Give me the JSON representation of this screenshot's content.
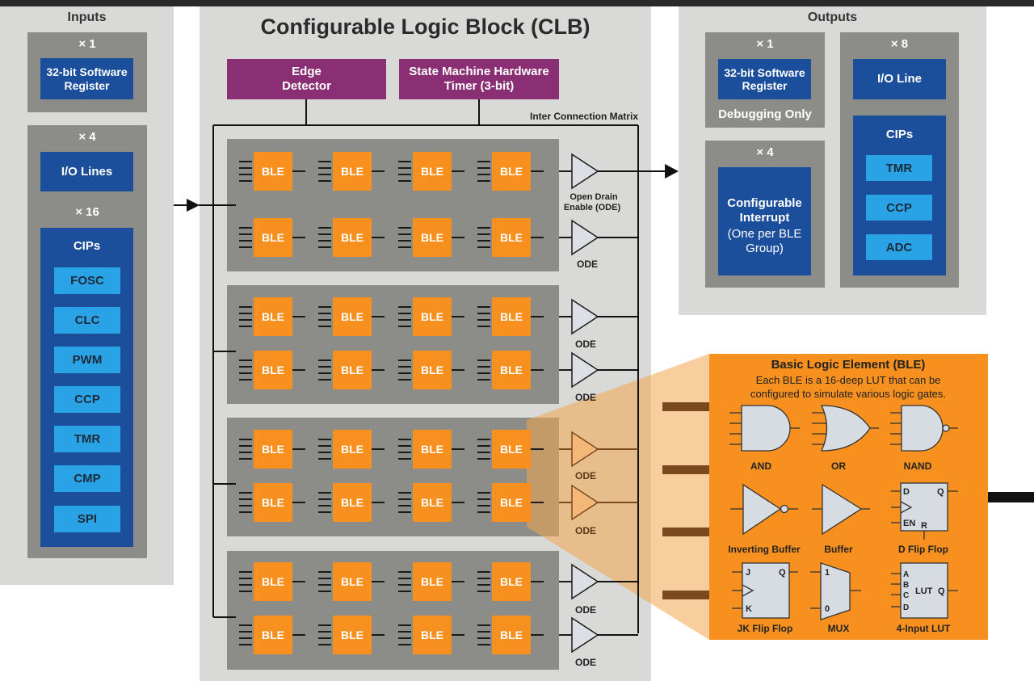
{
  "clb": {
    "title": "Configurable Logic Block (CLB)",
    "edge_detector": "Edge Detector",
    "state_machine": "State Machine Hardware Timer (3-bit)",
    "icm_label": "Inter Connection Matrix",
    "ble_label": "BLE",
    "ode_full": "Open Drain Enable (ODE)",
    "ode": "ODE"
  },
  "inputs": {
    "title": "Inputs",
    "reg_count": "× 1",
    "reg_label": "32-bit Software Register",
    "io_count": "× 4",
    "io_label": "I/O Lines",
    "cip_count": "× 16",
    "cip_title": "CIPs",
    "cips": [
      "FOSC",
      "CLC",
      "PWM",
      "CCP",
      "TMR",
      "CMP",
      "SPI"
    ]
  },
  "outputs": {
    "title": "Outputs",
    "reg_count": "× 1",
    "reg_label": "32-bit Software Register",
    "debug_label": "Debugging Only",
    "int_count": "× 4",
    "int_label": "Configurable Interrupt",
    "int_sub": "(One per BLE Group)",
    "io_count": "× 8",
    "io_label": "I/O Line",
    "cip_title": "CIPs",
    "cips": [
      "TMR",
      "CCP",
      "ADC"
    ]
  },
  "ble_panel": {
    "title": "Basic Logic Element (BLE)",
    "desc_line1": "Each BLE is a 16-deep LUT that can be",
    "desc_line2": "configured to simulate various logic gates.",
    "gates": [
      "AND",
      "OR",
      "NAND",
      "Inverting Buffer",
      "Buffer",
      "D Flip Flop",
      "JK Flip Flop",
      "MUX",
      "4-Input LUT"
    ],
    "dff": {
      "d": "D",
      "q": "Q",
      "en": "EN",
      "r": "R"
    },
    "jk": {
      "j": "J",
      "q": "Q",
      "k": "K"
    },
    "mux": {
      "one": "1",
      "zero": "0"
    },
    "lut": {
      "a": "A",
      "b": "B",
      "c": "C",
      "d": "D",
      "lut": "LUT",
      "q": "Q"
    }
  },
  "colors": {
    "ble": "#f7901e",
    "blue": "#1b4f9c",
    "light_blue": "#29a3e6",
    "purple": "#8b2f74",
    "panel": "#d9d9d8",
    "box": "#8c8c88"
  }
}
